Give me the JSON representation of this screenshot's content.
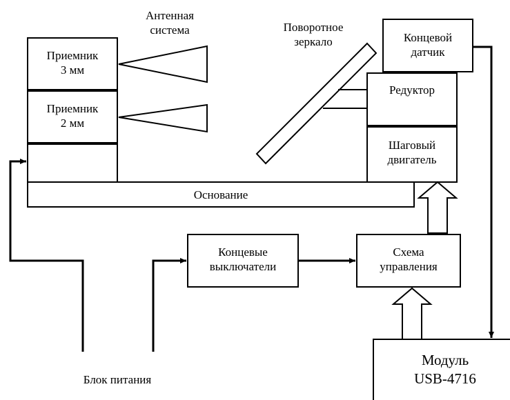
{
  "blocks": {
    "antenna_system": "Антенная\nсистема",
    "receiver_3mm": "Приемник\n3 мм",
    "receiver_2mm": "Приемник\n2 мм",
    "rotary_mirror": "Поворотное\nзеркало",
    "end_sensor": "Концевой\nдатчик",
    "gearbox": "Редуктор",
    "stepper_motor": "Шаговый\nдвигатель",
    "base": "Основание",
    "limit_switches": "Концевые\nвыключатели",
    "control_circuit": "Схема\nуправления",
    "power_supply": "Блок питания",
    "usb_module": "Модуль\nUSB-4716"
  },
  "colors": {
    "stroke": "#000000",
    "background": "#ffffff"
  }
}
